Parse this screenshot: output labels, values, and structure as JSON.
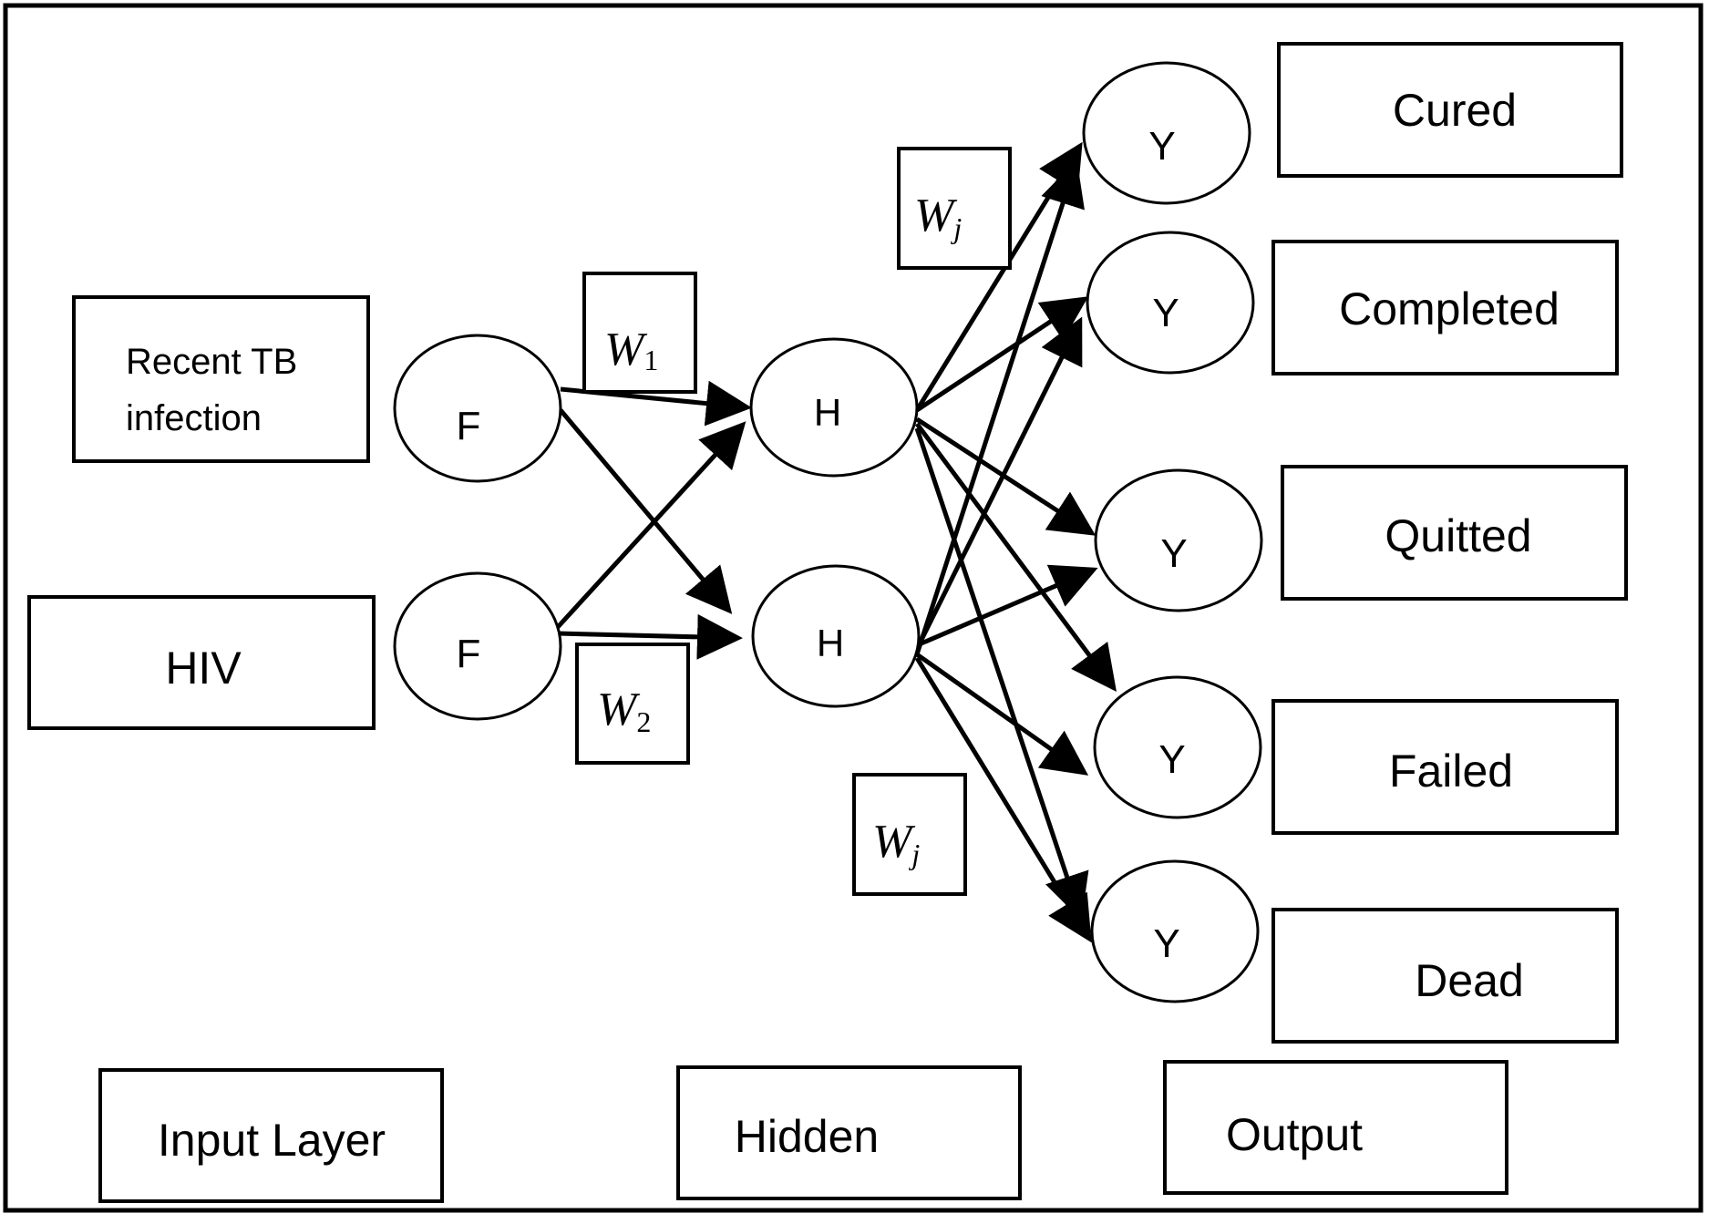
{
  "inputs": {
    "recent_tb_line1": "Recent TB",
    "recent_tb_line2": "infection",
    "hiv": "HIV"
  },
  "nodes": {
    "input": "F",
    "hidden": "H",
    "output": "Y"
  },
  "weights": {
    "w1": "W",
    "w1_sub": "1",
    "w2": "W",
    "w2_sub": "2",
    "wj": "W",
    "wj_sub": "j"
  },
  "outcomes": [
    "Cured",
    "Completed",
    "Quitted",
    "Failed",
    "Dead"
  ],
  "layers": {
    "input": "Input Layer",
    "hidden": "Hidden",
    "output": "Output"
  },
  "colors": {
    "stroke": "#000000",
    "background": "#ffffff"
  }
}
